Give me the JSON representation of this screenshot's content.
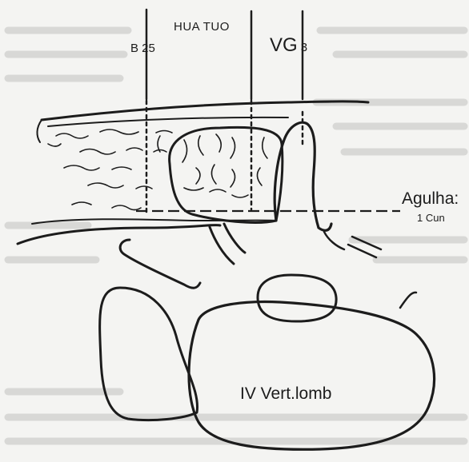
{
  "labels": {
    "hua_tuo": "HUA TUO",
    "b25": "B 25",
    "vg": "VG",
    "vg_num": "3",
    "agulha": "Agulha:",
    "cun": "1 Cun",
    "vertebra": "IV Vert.lomb"
  },
  "colors": {
    "ink": "#1c1c1c",
    "paper": "#f4f4f2",
    "faint": "#d8d8d6"
  }
}
